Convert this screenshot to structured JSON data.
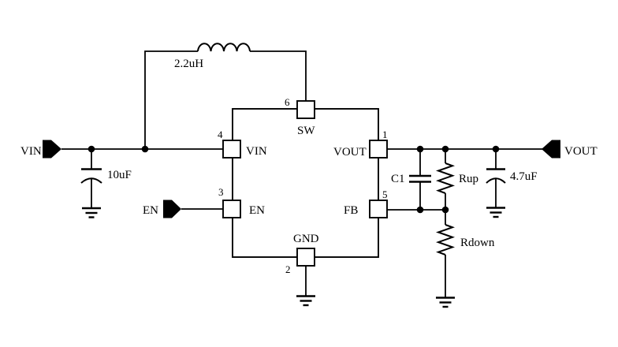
{
  "ports": {
    "vin": "VIN",
    "en": "EN",
    "vout": "VOUT"
  },
  "ic": {
    "pin1": {
      "num": "1",
      "name": "VOUT"
    },
    "pin2": {
      "num": "2",
      "name": "GND"
    },
    "pin3": {
      "num": "3",
      "name": "EN"
    },
    "pin4": {
      "num": "4",
      "name": "VIN"
    },
    "pin5": {
      "num": "5",
      "name": "FB"
    },
    "pin6": {
      "num": "6",
      "name": "SW"
    }
  },
  "components": {
    "inductor_value": "2.2uH",
    "input_cap_value": "10uF",
    "feedforward_cap_label": "C1",
    "upper_feedback_resistor_label": "Rup",
    "lower_feedback_resistor_label": "Rdown",
    "output_cap_value": "4.7uF"
  },
  "colors": {
    "line": "#000000",
    "background": "#ffffff"
  }
}
